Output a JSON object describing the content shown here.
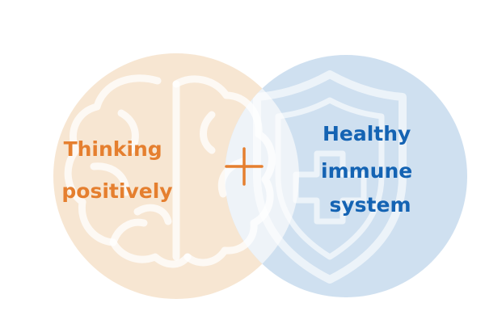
{
  "left_circle": {
    "label_lines": [
      "Thinking",
      "positively"
    ],
    "icon": "brain-icon",
    "fill_color": "#f7e6d2",
    "text_color": "#e57f2f"
  },
  "right_circle": {
    "label_lines": [
      "Healthy",
      "immune",
      "system"
    ],
    "icon": "shield-icon",
    "fill_color": "#cfe0f0",
    "text_color": "#1463b3"
  },
  "intersection": {
    "symbol": "+",
    "fill_color": "#eef3f8",
    "symbol_color": "#e57f2f"
  }
}
